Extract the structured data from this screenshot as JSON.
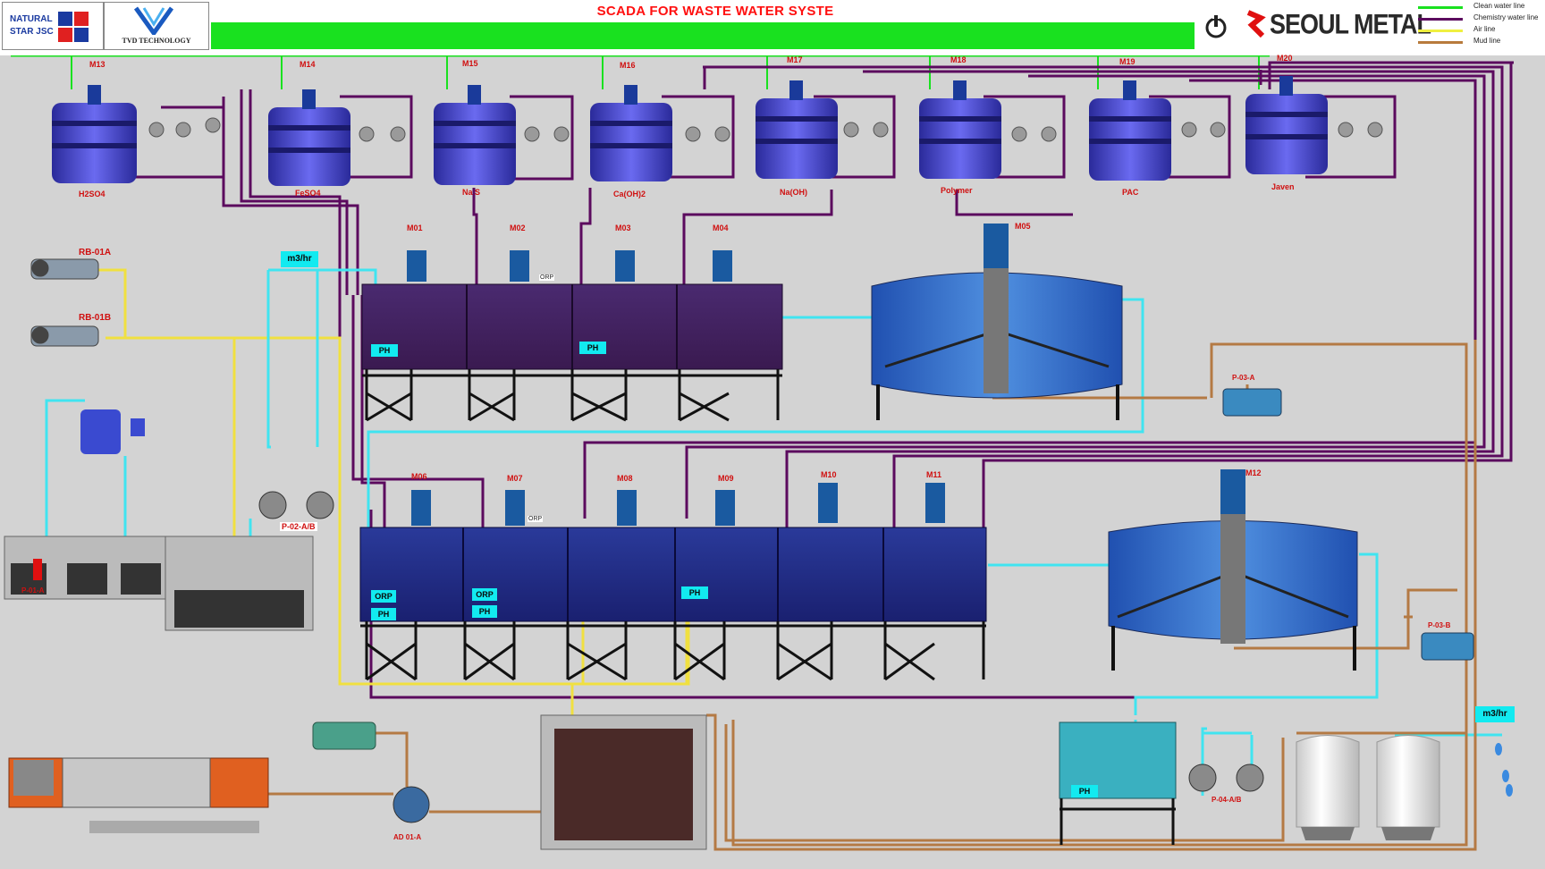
{
  "header": {
    "title": "SCADA FOR WASTE WATER SYSTE",
    "logo_left_line1": "NATURAL",
    "logo_left_line2": "STAR JSC",
    "logo_mid": "TVD TECHNOLOGY",
    "brand": "SEOUL METAL",
    "icons": [
      "power-icon"
    ]
  },
  "legend": [
    {
      "label": "Clean water line",
      "color": "#19e11f"
    },
    {
      "label": "Chemistry water line",
      "color": "#5b0a5e"
    },
    {
      "label": "Air line",
      "color": "#f0f040"
    },
    {
      "label": "Mud line",
      "color": "#b87a3c"
    }
  ],
  "colors": {
    "clean": "#19e11f",
    "chem": "#5b0a5e",
    "air": "#f0e040",
    "mud": "#b47a44",
    "water": "#40e4f0",
    "label_red": "#d01010",
    "tag_cyan": "#12eaf0"
  },
  "chemical_tanks": [
    {
      "motor": "M13",
      "name": "H2SO4"
    },
    {
      "motor": "M14",
      "name": "FeSO4"
    },
    {
      "motor": "M15",
      "name": "Na S"
    },
    {
      "motor": "M16",
      "name": "Ca(OH)2"
    },
    {
      "motor": "M17",
      "name": "Na(OH)"
    },
    {
      "motor": "M18",
      "name": "Polymer"
    },
    {
      "motor": "M19",
      "name": "PAC"
    },
    {
      "motor": "M20",
      "name": "Javen"
    }
  ],
  "reactor1": {
    "motors": [
      "M01",
      "M02",
      "M03",
      "M04"
    ],
    "tags": [
      "PH",
      "PH"
    ],
    "orp_small": "ORP"
  },
  "clarifier1": {
    "motor": "M05"
  },
  "reactor2": {
    "motors": [
      "M06",
      "M07",
      "M08",
      "M09",
      "M10",
      "M11"
    ],
    "tags": [
      "ORP",
      "PH",
      "ORP",
      "PH",
      "PH"
    ],
    "orp_small": "ORP"
  },
  "clarifier2": {
    "motor": "M12"
  },
  "equipment": {
    "blower_a": "RB-01A",
    "blower_b": "RB-01B",
    "flow_unit_1": "m3/hr",
    "flow_unit_2": "m3/hr",
    "pump_p02": "P-02-A/B",
    "pump_p01": "P-01-A",
    "pump_p03a": "P-03-A",
    "pump_p03b": "P-03-B",
    "pump_p04": "P-04-A/B",
    "compressor": "AD 01-A",
    "final_tank_tag": "PH"
  }
}
